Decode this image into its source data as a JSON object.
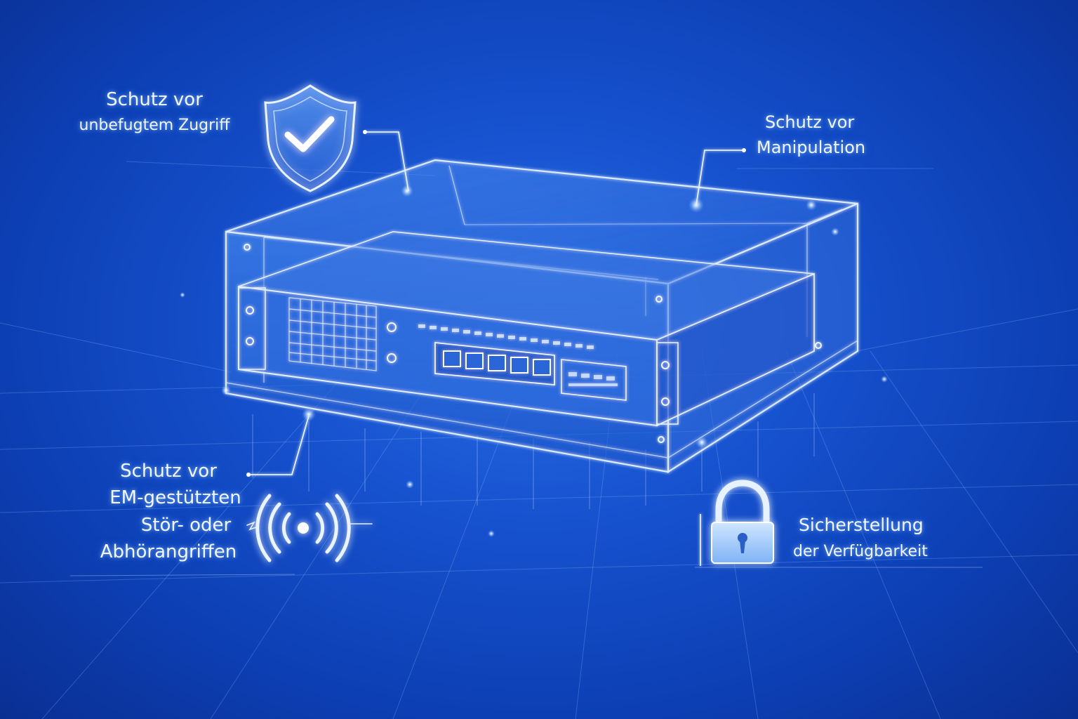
{
  "palette": {
    "background": "#1450c8",
    "line": "#cfe4ff",
    "glow": "#9cc8ff",
    "text": "#f2f7ff"
  },
  "callouts": {
    "access": {
      "line1": "Schutz vor",
      "line2": "unbefugtem Zugriff",
      "icon": "shield-check-icon"
    },
    "manipulation": {
      "line1": "Schutz vor",
      "line2": "Manipulation"
    },
    "em": {
      "line1": "Schutz vor",
      "line2": "EM-gestützten",
      "line3": "Stör- oder",
      "line4": "Abhörangriffen",
      "icon": "wireless-signal-icon"
    },
    "availability": {
      "line1": "Sicherstellung",
      "line2": "der Verfügbarkeit",
      "icon": "padlock-icon"
    }
  },
  "device": {
    "name": "network-appliance",
    "ethernet_ports": 5,
    "enclosure": "transparent-protective-housing"
  }
}
